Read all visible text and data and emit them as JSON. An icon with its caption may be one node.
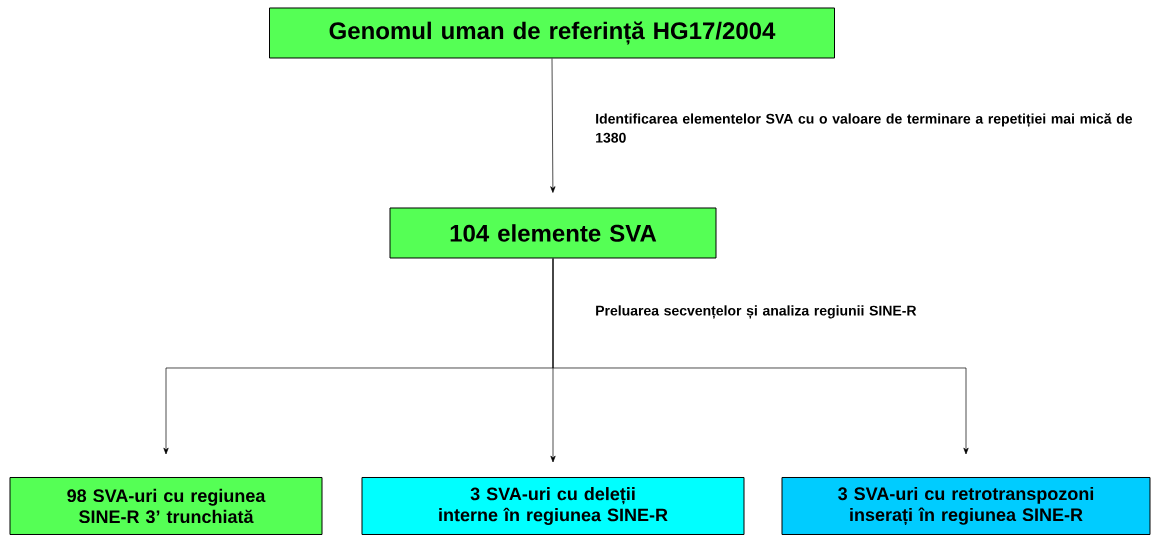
{
  "diagram": {
    "nodes": [
      {
        "text": [
          "Genomul uman de referință HG17/2004"
        ]
      },
      {
        "text": [
          "104 elemente SVA"
        ]
      },
      {
        "text": [
          "98 SVA-uri cu regiunea SINE-R 3’ trunchiată"
        ]
      },
      {
        "text": [
          "3 SVA-uri cu deleții interne în regiunea SINE-R"
        ]
      },
      {
        "text": [
          "3 SVA-uri cu retrotranspozoni inserați în regiunea SINE-R"
        ]
      }
    ],
    "edges": [
      {
        "from": 0,
        "to": 1,
        "arrow": "to",
        "label": "Identificarea elementelor SVA cu o valoare de terminare a repetiției mai mică de 1380"
      },
      {
        "from": 1,
        "to": 2,
        "arrow": "to",
        "label": "Preluarea secvențelor și analiza regiunii SINE-R"
      },
      {
        "from": 1,
        "to": 3,
        "arrow": "to"
      },
      {
        "from": 1,
        "to": 4,
        "arrow": "to"
      }
    ]
  }
}
